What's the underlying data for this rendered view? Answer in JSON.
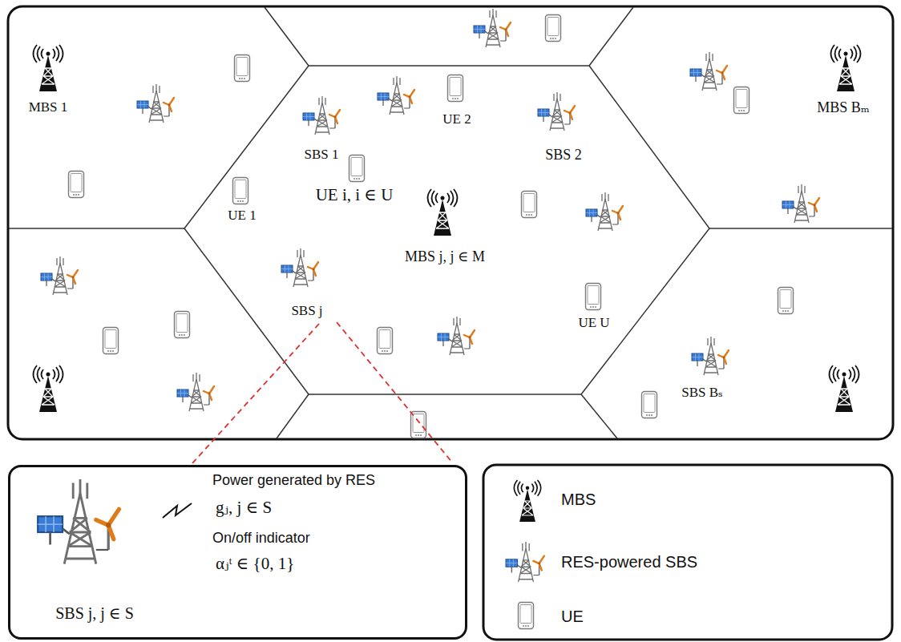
{
  "diagram": {
    "nodes": [
      {
        "text": [
          "SBS j, j ∈ S",
          "Power generated by RES",
          "gⱼ, j ∈ S",
          "On/off indicator",
          "αⱼᵗ ∈ {0, 1}"
        ]
      }
    ],
    "labels": [
      "MBS 1",
      "SBS 1",
      "UE 2",
      "SBS 2",
      "MBS Bₘ",
      "UE 1",
      "UE i, i ∈ U",
      "MBS j, j ∈ M",
      "SBS j",
      "UE U",
      "SBS Bₛ"
    ],
    "legend": [
      {
        "text": "MBS"
      },
      {
        "text": "RES-powered SBS"
      },
      {
        "text": "UE"
      }
    ]
  }
}
